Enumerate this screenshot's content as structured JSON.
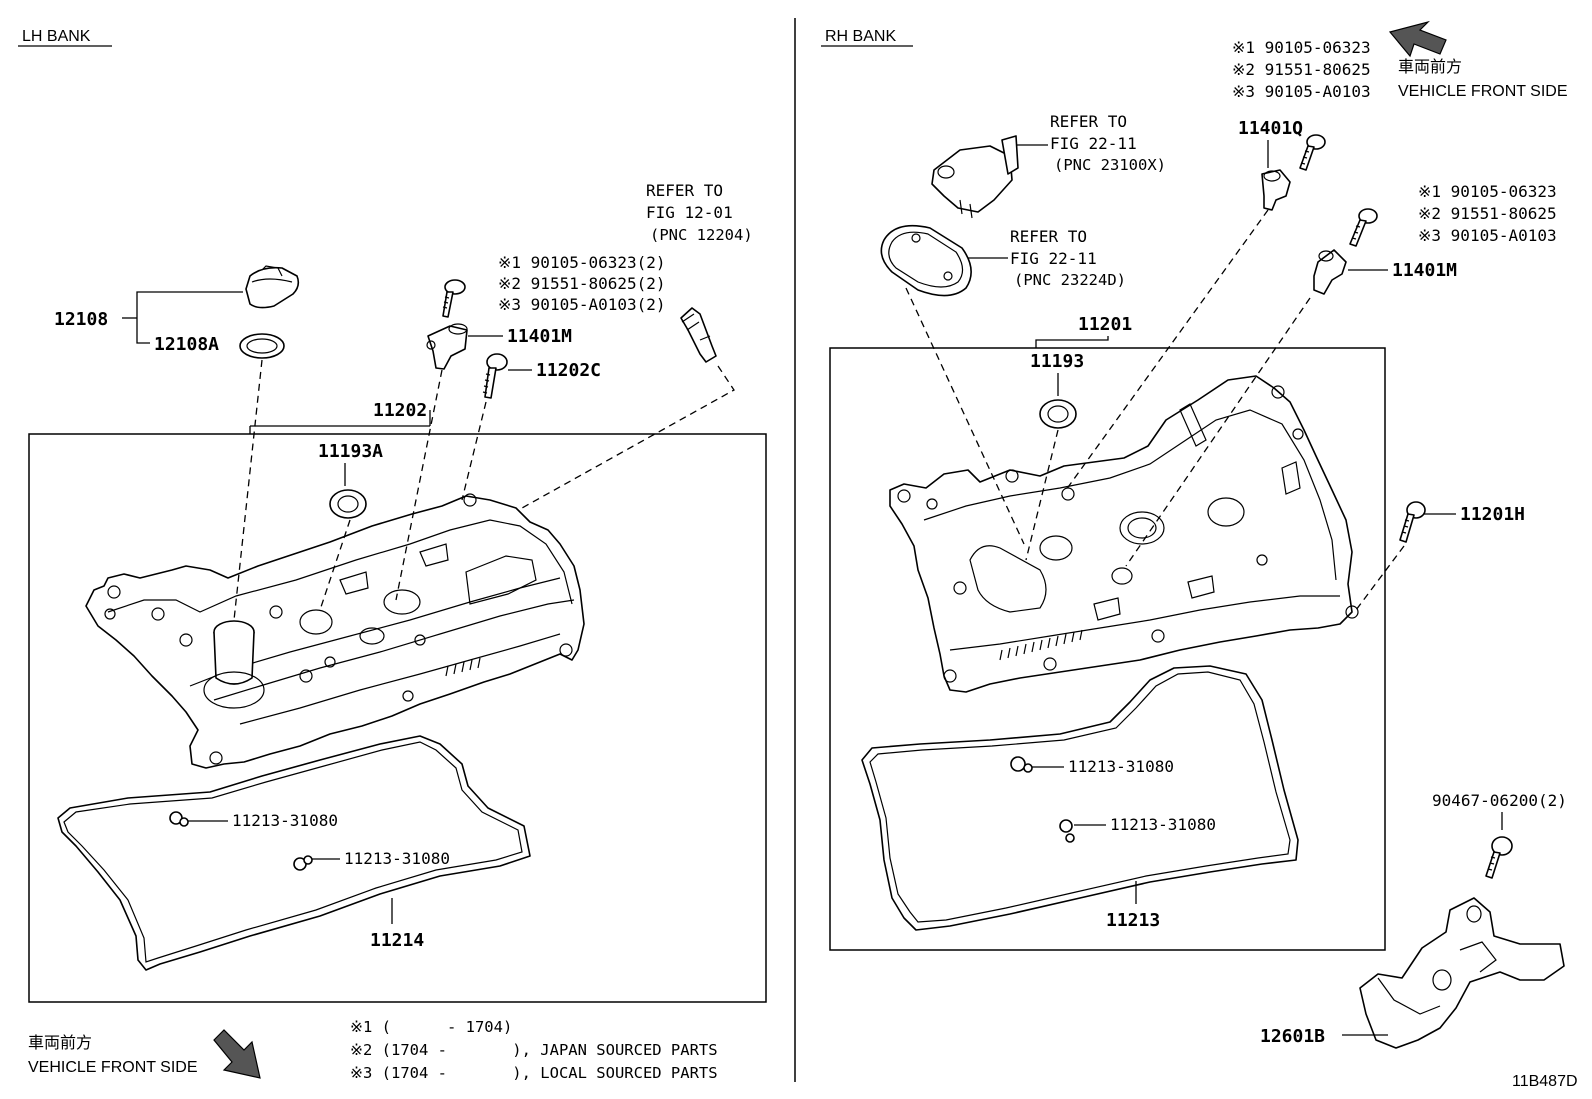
{
  "lh_bank": {
    "title": "LH BANK",
    "labels": {
      "p12108": "12108",
      "p12108A": "12108A",
      "p11202": "11202",
      "p11193A": "11193A",
      "p11401M": "11401M",
      "p11202C": "11202C",
      "p11214": "11214",
      "gasket_a": "11213-31080",
      "gasket_b": "11213-31080"
    },
    "refer": {
      "line1": "REFER TO",
      "line2": "FIG 12-01",
      "line3": "(PNC 12204)"
    },
    "bolt_notes": [
      "※1 90105-06323(2)",
      "※2 91551-80625(2)",
      "※3 90105-A0103(2)"
    ],
    "front": {
      "jp": "車両前方",
      "en": "VEHICLE FRONT SIDE"
    },
    "footnotes": [
      "※1 (      - 1704)",
      "※2 (1704 -       ), JAPAN SOURCED PARTS",
      "※3 (1704 -       ), LOCAL SOURCED PARTS"
    ]
  },
  "rh_bank": {
    "title": "RH BANK",
    "front": {
      "jp": "車両前方",
      "en": "VEHICLE FRONT SIDE"
    },
    "bolt_notes_top": [
      "※1 90105-06323",
      "※2 91551-80625",
      "※3 90105-A0103"
    ],
    "bolt_notes_mid": [
      "※1 90105-06323",
      "※2 91551-80625",
      "※3 90105-A0103"
    ],
    "refer_a": {
      "line1": "REFER TO",
      "line2": "FIG 22-11",
      "line3": "(PNC 23100X)"
    },
    "refer_b": {
      "line1": "REFER TO",
      "line2": "FIG 22-11",
      "line3": "(PNC 23224D)"
    },
    "labels": {
      "p11401Q": "11401Q",
      "p11401M": "11401M",
      "p11201": "11201",
      "p11193": "11193",
      "p11201H": "11201H",
      "gasket_a": "11213-31080",
      "gasket_b": "11213-31080",
      "p11213": "11213",
      "p90467": "90467-06200(2)",
      "p12601B": "12601B"
    }
  },
  "figure_code": "11B487D"
}
